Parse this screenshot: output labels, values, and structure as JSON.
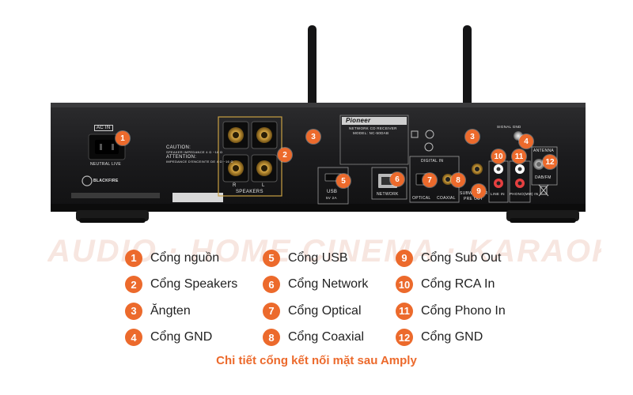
{
  "device": {
    "brand_logo": "Pioneer",
    "labels": {
      "ac_in": "AC IN",
      "neutral_live": "NEUTRAL   LIVE",
      "blackfire": "BLACKFIRE",
      "caution": "CAUTION:",
      "caution_line": "SPEAKER IMPEDANCE 4 Ω ~16 Ω",
      "attention": "ATTENTION:",
      "attention_line": "IMPEDANCE D'ENCEINTE DE 4 Ω ~16 Ω",
      "speakers": "SPEAKERS",
      "speaker_r": "R",
      "speaker_l": "L",
      "model_line1": "NETWORK CD RECEIVER",
      "model_line2": "MODEL: NC-50DAB",
      "usb": "USB",
      "usb_rating": "5V 2A",
      "network": "NETWORK",
      "digital_in": "DIGITAL IN",
      "optical": "OPTICAL",
      "coaxial": "COAXIAL",
      "subwoofer": "SUBWOOFER",
      "pre_out": "PRE OUT",
      "line_in": "LINE IN",
      "phono": "PHONO(MM) IN",
      "signal_gnd": "SIGNAL GND",
      "antenna": "ANTENNA",
      "dab_fm": "DAB/FM"
    },
    "markers": [
      "1",
      "2",
      "3",
      "3",
      "4",
      "5",
      "6",
      "7",
      "8",
      "9",
      "10",
      "11",
      "12"
    ]
  },
  "watermark": "AUDIO · HOME CINEMA · KARAOKE",
  "legend": [
    {
      "num": "1",
      "text": "Cổng nguồn"
    },
    {
      "num": "2",
      "text": "Cổng Speakers"
    },
    {
      "num": "3",
      "text": "Ăngten"
    },
    {
      "num": "4",
      "text": "Cổng GND"
    },
    {
      "num": "5",
      "text": "Cổng USB"
    },
    {
      "num": "6",
      "text": "Cổng Network"
    },
    {
      "num": "7",
      "text": "Cổng Optical"
    },
    {
      "num": "8",
      "text": "Cổng Coaxial"
    },
    {
      "num": "9",
      "text": "Cổng Sub Out"
    },
    {
      "num": "10",
      "text": "Cổng RCA In"
    },
    {
      "num": "11",
      "text": "Cổng Phono In"
    },
    {
      "num": "12",
      "text": "Cổng GND"
    }
  ],
  "caption": "Chi tiết cổng kết nối mặt sau Amply",
  "colors": {
    "accent": "#ec6a2c",
    "chassis": "#1d1d1f",
    "text": "#222222"
  }
}
